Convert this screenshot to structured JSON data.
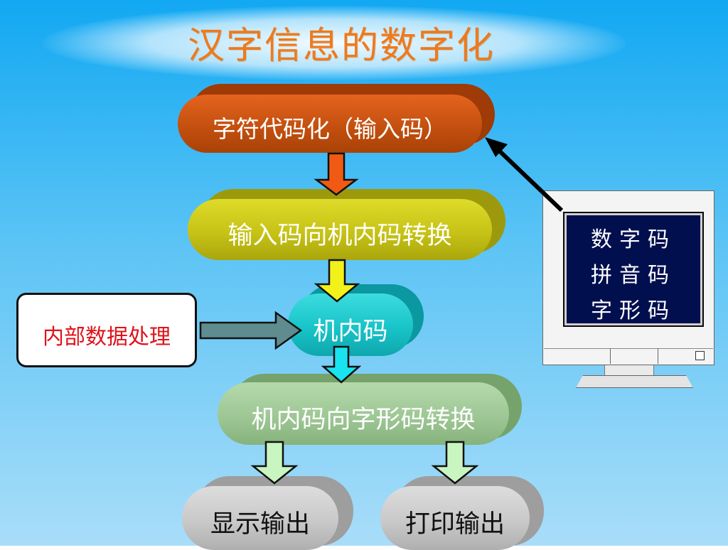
{
  "title": "汉字信息的数字化",
  "nodes": {
    "encode": "字符代码化（输入码）",
    "convert_input": "输入码向机内码转换",
    "internal_code": "机内码",
    "convert_glyph": "机内码向字形码转换",
    "display_output": "显示输出",
    "print_output": "打印输出"
  },
  "side_box": "内部数据处理",
  "monitor": {
    "lines": [
      "数字码",
      "拼音码",
      "字形码"
    ]
  },
  "colors": {
    "background_top": "#12a8f2",
    "background_bottom": "#a9ddf9",
    "title": "#ee7a1c",
    "encode": "#c4500f",
    "convert_input": "#c7c316",
    "internal_code": "#18c4c8",
    "convert_glyph": "#9ec795",
    "output": "#c9c9c9",
    "side_label": "#e0121a"
  }
}
